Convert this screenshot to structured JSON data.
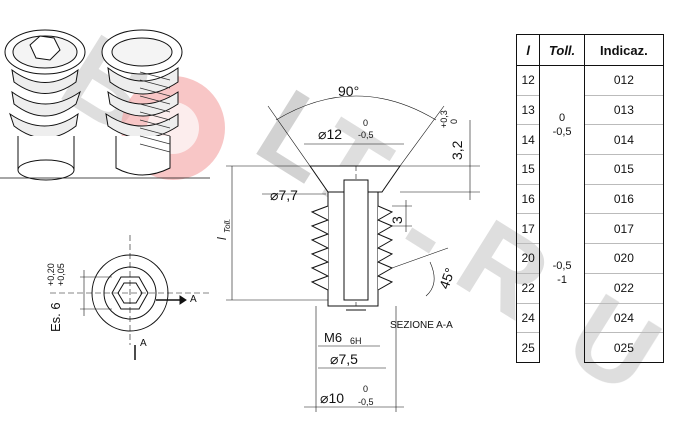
{
  "watermark": "BOLT.RU",
  "views": {
    "angle_label": "90°",
    "head_diameter": "12",
    "head_diameter_tol_upper": "0",
    "head_diameter_tol_lower": "-0,5",
    "head_height": "3,2",
    "head_height_tol_upper": "+0,3",
    "head_height_tol_lower": "0",
    "neck_diameter": "7,7",
    "pitch": "3",
    "length_label": "l",
    "length_sub": "Toll.",
    "chamfer_angle": "45°",
    "thread": "M6",
    "thread_class": "6H",
    "section_label": "SEZIONE A-A",
    "core_diameter": "7,5",
    "base_diameter": "10",
    "base_diameter_tol_upper": "0",
    "base_diameter_tol_lower": "-0,5",
    "hex_label": "Es. 6",
    "hex_tol_upper": "+0,20",
    "hex_tol_lower": "+0,05",
    "section_marker": "A"
  },
  "table": {
    "headers": [
      "l",
      "Toll.",
      "Indicaz."
    ],
    "rows": [
      {
        "l": "12",
        "code": "012"
      },
      {
        "l": "13",
        "code": "013"
      },
      {
        "l": "14",
        "code": "014"
      },
      {
        "l": "15",
        "code": "015"
      },
      {
        "l": "16",
        "code": "016"
      },
      {
        "l": "17",
        "code": "017"
      },
      {
        "l": "20",
        "code": "020"
      },
      {
        "l": "22",
        "code": "022"
      },
      {
        "l": "24",
        "code": "024"
      },
      {
        "l": "25",
        "code": "025"
      }
    ],
    "tolerance_groups": [
      {
        "upper": "0",
        "lower": "-0,5",
        "rows": 4
      },
      {
        "upper": "-0,5",
        "lower": "-1",
        "rows": 6
      }
    ]
  }
}
